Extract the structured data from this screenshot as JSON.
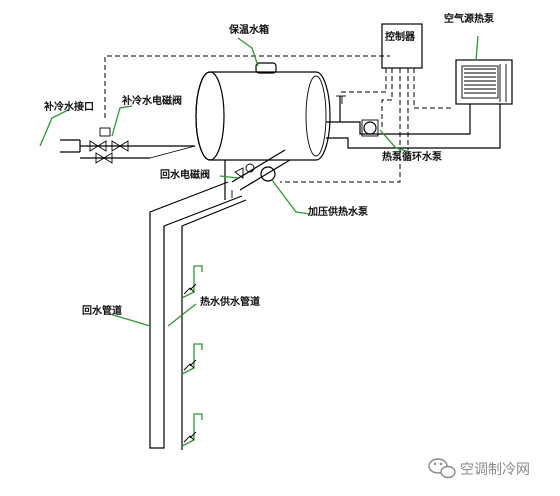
{
  "labels": {
    "tank": "保温水箱",
    "controller": "控制器",
    "heat_pump": "空气源热泵",
    "cold_inlet": "补冷水接口",
    "cold_valve": "补冷水电磁阀",
    "circ_pump": "热泵循环水泵",
    "return_valve": "回水电磁阀",
    "booster_pump": "加压供热水泵",
    "return_pipe": "回水管道",
    "supply_pipe": "热水供水管道"
  },
  "watermark": {
    "text": "空调制冷网",
    "icon": "wechat-icon"
  },
  "colors": {
    "leader": "#2e9a2e",
    "line": "#000000",
    "watermark": "#8a8a8a"
  }
}
